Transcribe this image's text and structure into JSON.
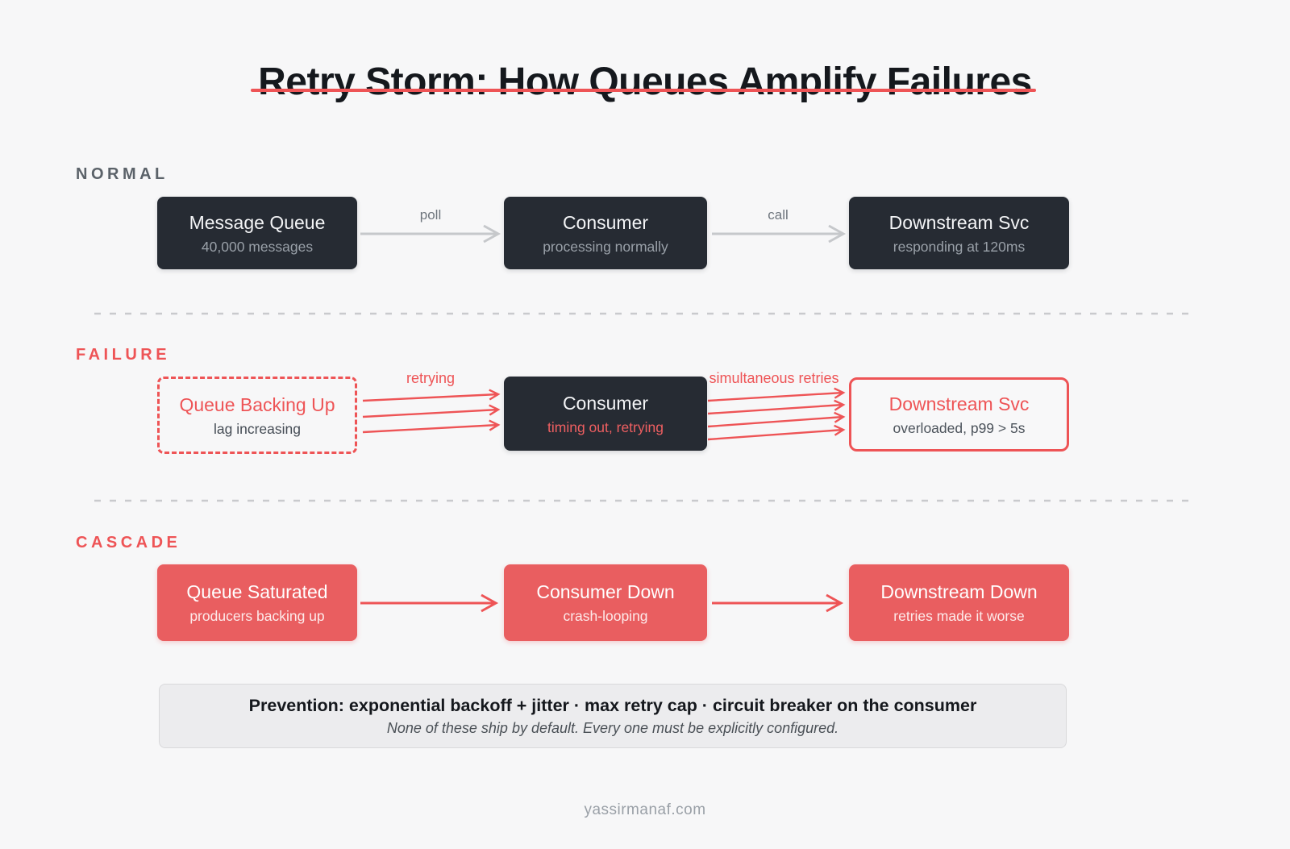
{
  "page": {
    "title": "Retry Storm: How Queues Amplify Failures",
    "footer": "yassirmanaf.com"
  },
  "colors": {
    "background": "#f7f7f8",
    "accent_red": "#ee5456",
    "dark_node": "#262b33",
    "muted_gray": "#6e757d"
  },
  "sections": {
    "normal": {
      "label": "NORMAL",
      "nodes": [
        {
          "title": "Message Queue",
          "subtitle": "40,000 messages"
        },
        {
          "title": "Consumer",
          "subtitle": "processing normally"
        },
        {
          "title": "Downstream Svc",
          "subtitle": "responding at 120ms"
        }
      ],
      "arrows": [
        {
          "label": "poll",
          "count": 1
        },
        {
          "label": "call",
          "count": 1
        }
      ]
    },
    "failure": {
      "label": "FAILURE",
      "nodes": [
        {
          "title": "Queue Backing Up",
          "subtitle": "lag increasing"
        },
        {
          "title": "Consumer",
          "subtitle": "timing out, retrying"
        },
        {
          "title": "Downstream Svc",
          "subtitle": "overloaded, p99 > 5s"
        }
      ],
      "arrows": [
        {
          "label": "retrying",
          "count": 3
        },
        {
          "label": "simultaneous retries",
          "count": 4
        }
      ]
    },
    "cascade": {
      "label": "CASCADE",
      "nodes": [
        {
          "title": "Queue Saturated",
          "subtitle": "producers backing up"
        },
        {
          "title": "Consumer Down",
          "subtitle": "crash-looping"
        },
        {
          "title": "Downstream Down",
          "subtitle": "retries made it worse"
        }
      ],
      "arrows": [
        {
          "count": 1
        },
        {
          "count": 1
        }
      ]
    }
  },
  "prevention": {
    "headline": "Prevention: exponential backoff + jitter · max retry cap · circuit breaker on the consumer",
    "note": "None of these ship by default. Every one must be explicitly configured."
  }
}
